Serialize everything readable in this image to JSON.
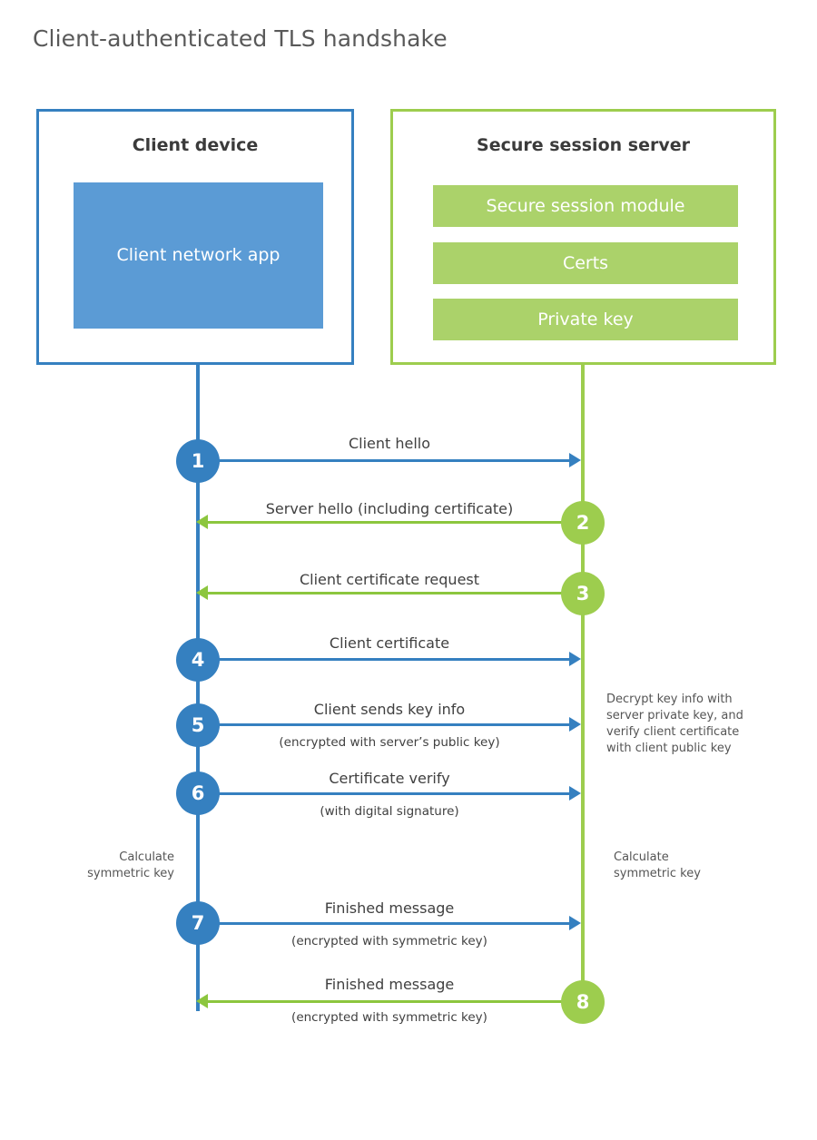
{
  "title": "Client-authenticated TLS handshake",
  "colors": {
    "client_blue": "#3580c0",
    "client_app_fill": "#5b9bd5",
    "server_green": "#9dcd4e",
    "server_bar_fill": "#abd26a",
    "arrow_green": "#8cc63e",
    "text": "#404040",
    "title_text": "#595959"
  },
  "client": {
    "title": "Client device",
    "app_label": "Client network app"
  },
  "server": {
    "title": "Secure session server",
    "components": [
      "Secure session module",
      "Certs",
      "Private key"
    ]
  },
  "notes": {
    "client_calculate": "Calculate\nsymmetric key",
    "client_calculate_line1": "Calculate",
    "client_calculate_line2": "symmetric key",
    "server_decrypt_line1": "Decrypt key info with",
    "server_decrypt_line2": "server private key, and",
    "server_decrypt_line3": "verify client certificate",
    "server_decrypt_line4": "with client public key",
    "server_calculate_line1": "Calculate",
    "server_calculate_line2": "symmetric key"
  },
  "steps": [
    {
      "number": "1",
      "label": "Client hello",
      "sublabel": "",
      "direction": "client-to-server",
      "color": "blue"
    },
    {
      "number": "2",
      "label": "Server hello (including certificate)",
      "sublabel": "",
      "direction": "server-to-client",
      "color": "green"
    },
    {
      "number": "3",
      "label": "Client certificate request",
      "sublabel": "",
      "direction": "server-to-client",
      "color": "green"
    },
    {
      "number": "4",
      "label": "Client certificate",
      "sublabel": "",
      "direction": "client-to-server",
      "color": "blue"
    },
    {
      "number": "5",
      "label": "Client sends key info",
      "sublabel": "(encrypted with server’s public key)",
      "direction": "client-to-server",
      "color": "blue"
    },
    {
      "number": "6",
      "label": "Certificate verify",
      "sublabel": "(with digital signature)",
      "direction": "client-to-server",
      "color": "blue"
    },
    {
      "number": "7",
      "label": "Finished message",
      "sublabel": "(encrypted with symmetric key)",
      "direction": "client-to-server",
      "color": "blue"
    },
    {
      "number": "8",
      "label": "Finished message",
      "sublabel": "(encrypted with symmetric key)",
      "direction": "server-to-client",
      "color": "green"
    }
  ]
}
